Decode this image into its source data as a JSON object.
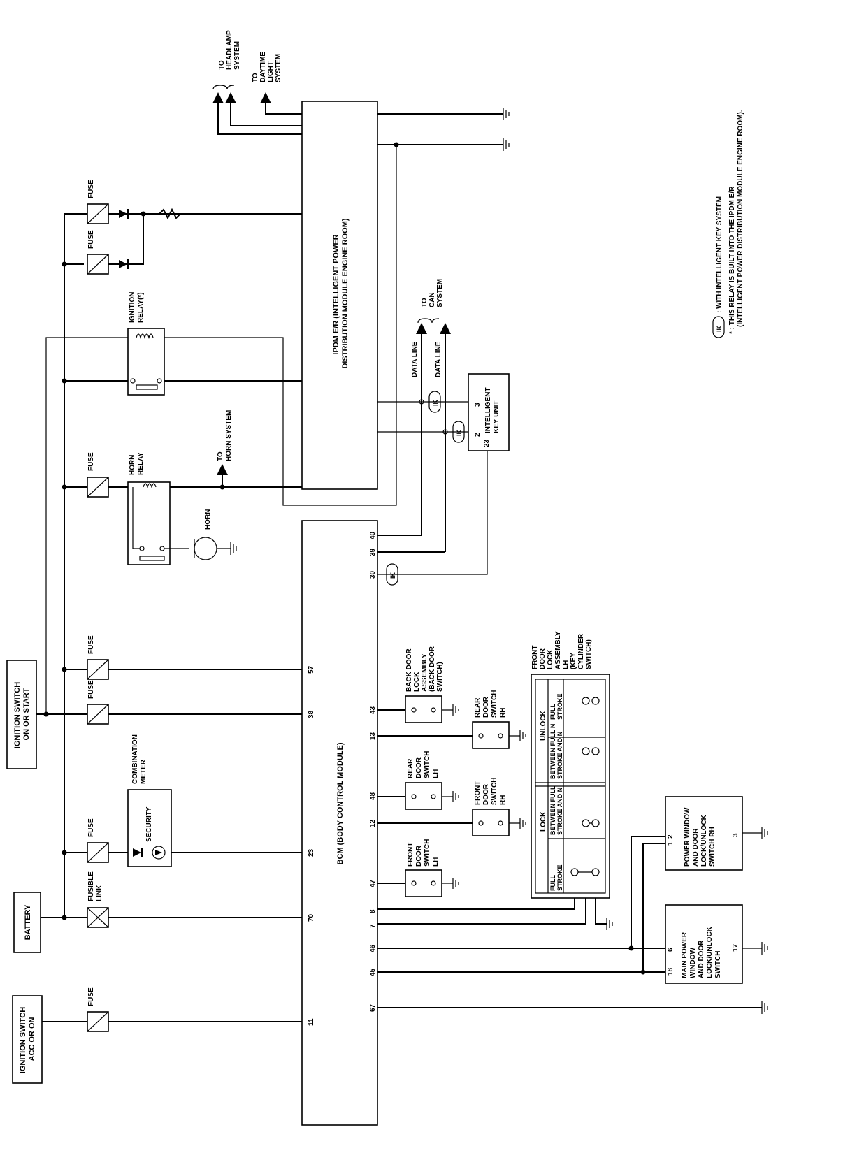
{
  "sources": {
    "ignition_acc_on": [
      "IGNITION SWITCH",
      "ACC OR ON"
    ],
    "battery": [
      "BATTERY"
    ],
    "ignition_on_start": [
      "IGNITION SWITCH",
      "ON OR START"
    ]
  },
  "labels": {
    "fuse": "FUSE",
    "fusible_link": [
      "FUSIBLE",
      "LINK"
    ],
    "combination_meter": [
      "COMBINATION",
      "METER"
    ],
    "security": "SECURITY",
    "horn_relay": [
      "HORN",
      "RELAY"
    ],
    "horn": "HORN",
    "to_horn_system": [
      "TO",
      "HORN SYSTEM"
    ],
    "ignition_relay": [
      "IGNITION",
      "RELAY(*)"
    ],
    "to_headlamp": [
      "TO",
      "HEADLAMP",
      "SYSTEM"
    ],
    "to_daytime": [
      "TO",
      "DAYTIME",
      "LIGHT",
      "SYSTEM"
    ],
    "to_can": [
      "TO",
      "CAN",
      "SYSTEM"
    ],
    "data_line": "DATA LINE",
    "ipdm": [
      "IPDM E/R (INTELLIGENT POWER",
      "DISTRIBUTION MODULE ENGINE ROOM)"
    ],
    "bcm": "BCM (BODY CONTROL MODULE)",
    "intelligent_key": [
      "INTELLIGENT",
      "KEY UNIT"
    ],
    "ik": "IK"
  },
  "bcm_pins": {
    "left": [
      "11",
      "70",
      "23",
      "38",
      "57"
    ],
    "right": [
      "67",
      "45",
      "46",
      "7",
      "8",
      "47",
      "12",
      "48",
      "13",
      "43",
      "30",
      "39",
      "40"
    ]
  },
  "key_unit_pins": [
    "2",
    "23",
    "3"
  ],
  "switches": {
    "front_door_lh": [
      "FRONT",
      "DOOR",
      "SWITCH",
      "LH"
    ],
    "front_door_rh": [
      "FRONT",
      "DOOR",
      "SWITCH",
      "RH"
    ],
    "rear_door_lh": [
      "REAR",
      "DOOR",
      "SWITCH",
      "LH"
    ],
    "rear_door_rh": [
      "REAR",
      "DOOR",
      "SWITCH",
      "RH"
    ],
    "back_door": [
      "BACK DOOR",
      "LOCK",
      "ASSEMBLY",
      "(BACK DOOR",
      "SWITCH)"
    ],
    "front_door_lock": [
      "FRONT",
      "DOOR",
      "LOCK",
      "ASSEMBLY",
      "LH",
      "(KEY",
      "CYLINDER",
      "SWITCH)"
    ]
  },
  "lock_table": {
    "lock": "LOCK",
    "unlock": "UNLOCK",
    "full_stroke": [
      "FULL",
      "STROKE"
    ],
    "between": [
      "BETWEEN FULL",
      "STROKE AND N"
    ],
    "between_n": [
      "BETWEEN FULL N",
      "STROKE AND N"
    ]
  },
  "pw_rh": {
    "name": [
      "POWER WINDOW",
      "AND DOOR",
      "LOCK/UNLOCK",
      "SWITCH RH"
    ],
    "pins": [
      "1",
      "2",
      "3"
    ]
  },
  "pw_main": {
    "name": [
      "MAIN POWER",
      "WINDOW",
      "AND DOOR",
      "LOCK/UNLOCK",
      "SWITCH"
    ],
    "pins": [
      "18",
      "6",
      "17"
    ]
  },
  "notes": {
    "ik_note": ": WITH INTELLIGENT KEY SYSTEM",
    "star_note": [
      "* : THIS RELAY IS BUILT INTO THE IPDM E/R",
      "(INTELLIGENT POWER DISTRIBUTION MODULE ENGINE ROOM)."
    ]
  }
}
